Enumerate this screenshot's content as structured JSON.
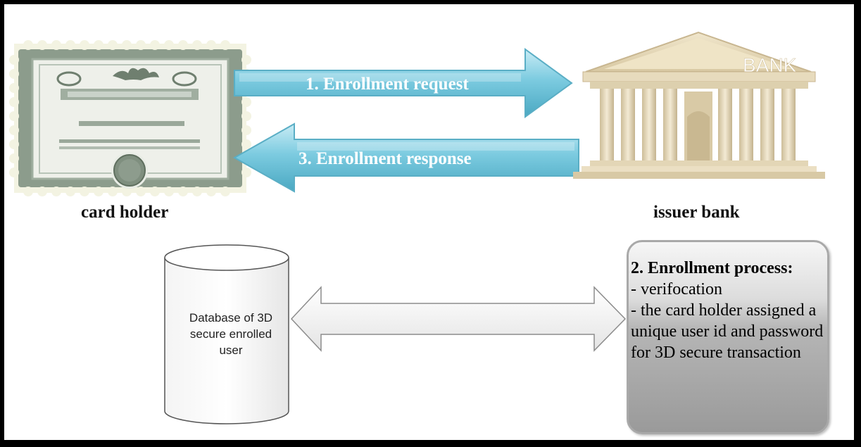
{
  "arrows": {
    "request_label": "1. Enrollment request",
    "response_label": "3. Enrollment response"
  },
  "nodes": {
    "card_holder_caption": "card holder",
    "issuer_bank_caption": "issuer bank",
    "bank_sign": "BANK",
    "database_lines": [
      "Database of 3D",
      "secure enrolled",
      "user"
    ]
  },
  "process": {
    "title": "2. Enrollment process:",
    "lines": [
      "- verifocation",
      "- the card holder assigned a unique  user id and password for 3D secure transaction"
    ]
  },
  "colors": {
    "arrow_fill": "#6fc0d6",
    "certificate": "#8a9a8a",
    "bank_stone": "#e8dcc0",
    "process_box": "#a8a8a8"
  },
  "icons": {
    "card_holder": "certificate-icon",
    "issuer_bank": "bank-building-icon",
    "database": "database-cylinder-icon"
  }
}
